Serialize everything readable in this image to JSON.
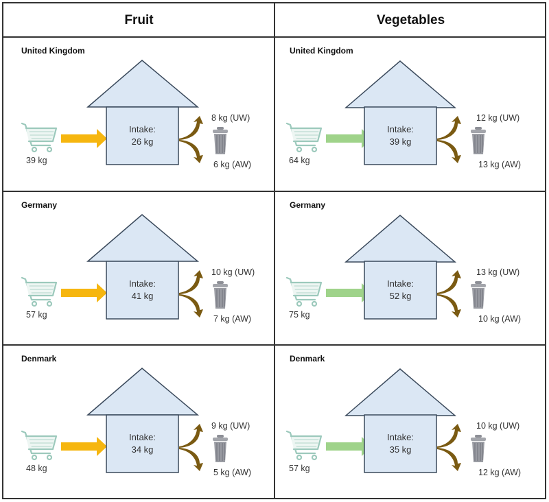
{
  "columns": [
    {
      "title": "Fruit",
      "arrow_color": "#f6b60f"
    },
    {
      "title": "Vegetables",
      "arrow_color": "#9fd38a"
    }
  ],
  "colors": {
    "house_fill": "#dbe7f4",
    "house_stroke": "#3b4a5c",
    "waste_arrow": "#7a5a12",
    "cart": "#9cc9bc",
    "bin": "#8d8f96"
  },
  "intake_label": "Intake:",
  "panels": [
    {
      "category": "Fruit",
      "country": "United Kingdom",
      "purchased": "39 kg",
      "intake": "26 kg",
      "unavoidable_waste": "8 kg (UW)",
      "avoidable_waste": "6 kg (AW)"
    },
    {
      "category": "Vegetables",
      "country": "United Kingdom",
      "purchased": "64 kg",
      "intake": "39 kg",
      "unavoidable_waste": "12 kg (UW)",
      "avoidable_waste": "13 kg (AW)"
    },
    {
      "category": "Fruit",
      "country": "Germany",
      "purchased": "57 kg",
      "intake": "41 kg",
      "unavoidable_waste": "10 kg (UW)",
      "avoidable_waste": "7 kg (AW)"
    },
    {
      "category": "Vegetables",
      "country": "Germany",
      "purchased": "75 kg",
      "intake": "52 kg",
      "unavoidable_waste": "13 kg (UW)",
      "avoidable_waste": "10 kg (AW)"
    },
    {
      "category": "Fruit",
      "country": "Denmark",
      "purchased": "48 kg",
      "intake": "34 kg",
      "unavoidable_waste": "9 kg (UW)",
      "avoidable_waste": "5 kg (AW)"
    },
    {
      "category": "Vegetables",
      "country": "Denmark",
      "purchased": "57 kg",
      "intake": "35 kg",
      "unavoidable_waste": "10 kg (UW)",
      "avoidable_waste": "12 kg (AW)"
    }
  ]
}
